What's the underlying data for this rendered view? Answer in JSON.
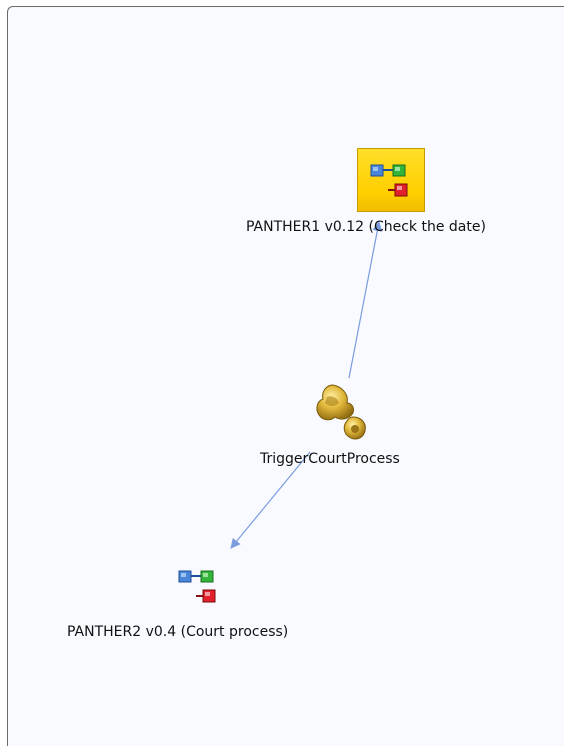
{
  "nodes": {
    "panther1": {
      "label": "PANTHER1 v0.12 (Check the date)",
      "icon": "process-flow-icon",
      "selected": true
    },
    "trigger": {
      "label": "TriggerCourtProcess",
      "icon": "gears-icon"
    },
    "panther2": {
      "label": "PANTHER2 v0.4 (Court process)",
      "icon": "process-flow-icon"
    }
  },
  "colors": {
    "edge": "#7a9cdc",
    "selection": "#ffd21a",
    "icon_blue": "#4a86d8",
    "icon_green": "#32b53a",
    "icon_red": "#e0202a"
  }
}
